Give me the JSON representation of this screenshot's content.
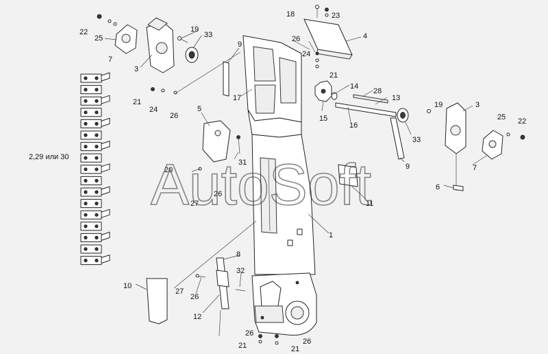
{
  "watermark": "AutoSoft",
  "callouts": {
    "c1": "1",
    "c2_29_30": "2,29 или 30",
    "c3_left": "3",
    "c3_right": "3",
    "c4": "4",
    "c5": "5",
    "c6": "6",
    "c7_left": "7",
    "c7_right": "7",
    "c8": "8",
    "c9_top": "9",
    "c9_right": "9",
    "c10": "10",
    "c11": "11",
    "c12": "12",
    "c13": "13",
    "c14": "14",
    "c15": "15",
    "c16": "16",
    "c17": "17",
    "c18": "18",
    "c19_left": "19",
    "c19_right": "19",
    "c20": "20",
    "c21_a": "21",
    "c21_b": "21",
    "c21_c": "21",
    "c21_d": "21",
    "c22_left": "22",
    "c22_right": "22",
    "c23": "23",
    "c24_a": "24",
    "c24_b": "24",
    "c25_left": "25",
    "c25_right": "25",
    "c26_a": "26",
    "c26_b": "26",
    "c26_c": "26",
    "c26_d": "26",
    "c26_e": "26",
    "c27_a": "27",
    "c27_b": "27",
    "c28": "28",
    "c31": "31",
    "c32": "32",
    "c33_left": "33",
    "c33_right": "33"
  }
}
